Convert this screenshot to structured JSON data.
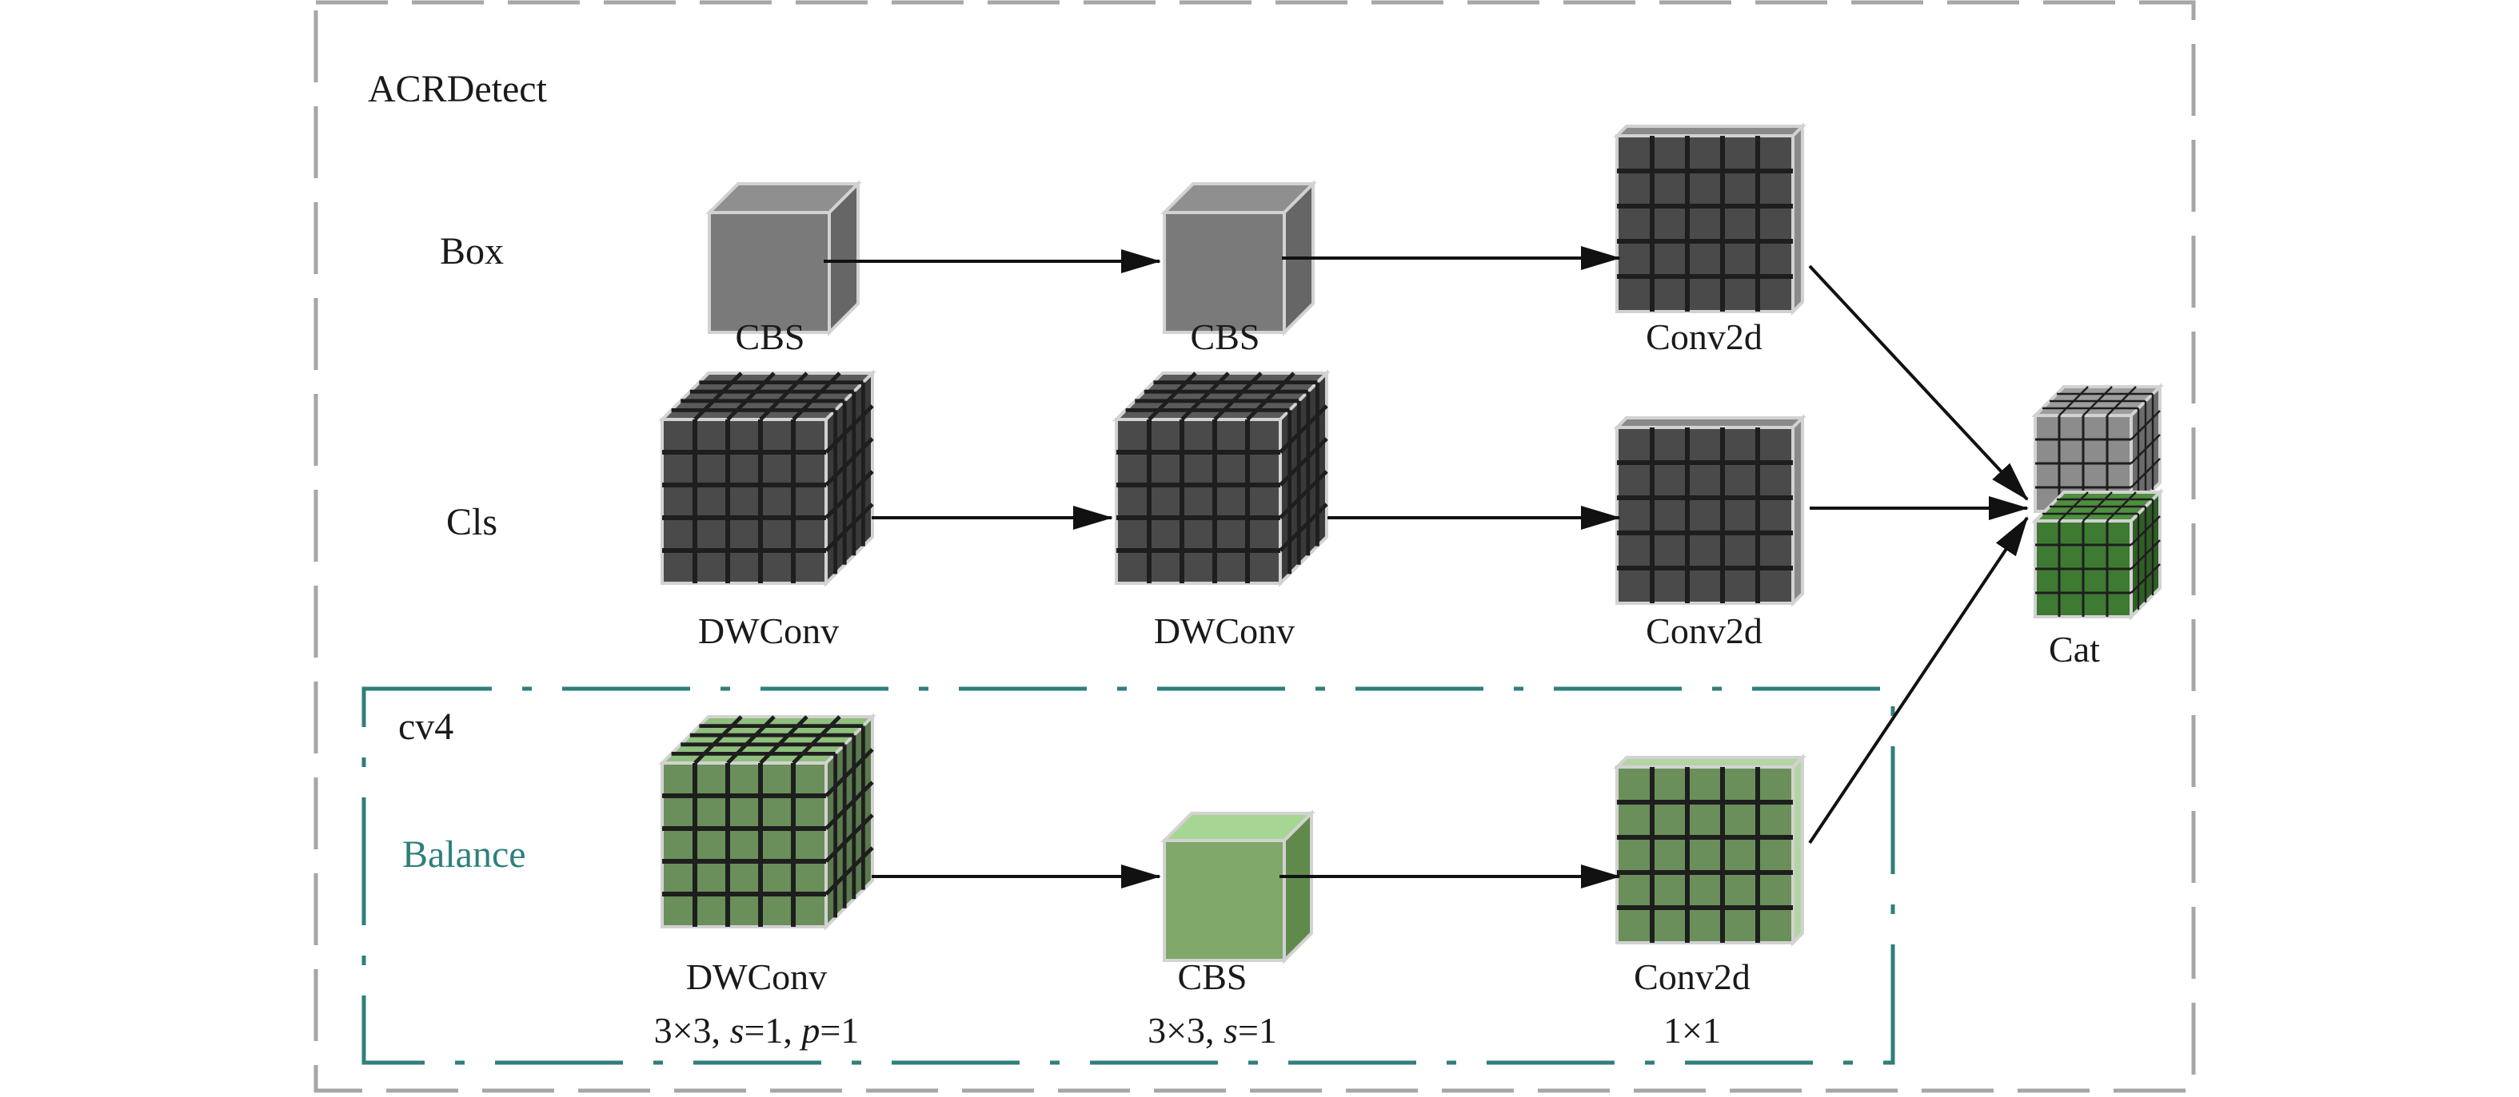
{
  "module_title": "ACRDetect",
  "rows": {
    "box": "Box",
    "cls": "Cls",
    "balance": "Balance"
  },
  "group_label": "cv4",
  "blocks": {
    "box_cbs_1": "CBS",
    "box_cbs_2": "CBS",
    "box_conv2d": "Conv2d",
    "cls_dwconv_1": "DWConv",
    "cls_dwconv_2": "DWConv",
    "cls_conv2d": "Conv2d",
    "bal_dwconv": "DWConv",
    "bal_cbs": "CBS",
    "bal_conv2d": "Conv2d",
    "cat": "Cat"
  },
  "block_params": {
    "bal_dwconv": [
      "3×3, ",
      "s",
      "=1, ",
      "p",
      "=1"
    ],
    "bal_cbs": [
      "3×3, ",
      "s",
      "=1"
    ],
    "bal_conv2d": "1×1"
  },
  "colors": {
    "gray_cube": "#7a7a7a",
    "dark_grid": "#4a4a4a",
    "green_grid": "#6a8f5a",
    "light_green": "#7fa86a",
    "cat_green": "#3f7a32",
    "teal_border": "#2f7f7b",
    "outer_border": "#a6a6a6"
  }
}
